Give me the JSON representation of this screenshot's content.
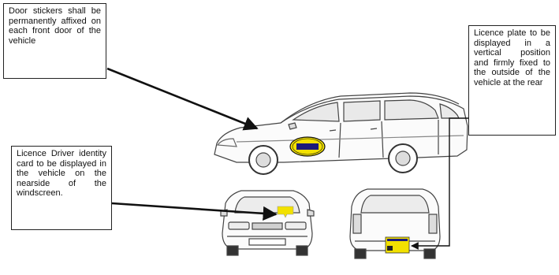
{
  "callouts": {
    "door_stickers": "Door stickers shall be permanently affixed on each front door of the vehicle",
    "licence_plate": "Licence plate to be displayed in a vertical position and firmly fixed to the outside of the vehicle at the rear",
    "id_card": "Licence Driver identity card to be displayed in the vehicle on the nearside of the windscreen."
  },
  "colors": {
    "sticker": "#f2e100",
    "sticker_band": "#1b1b7a",
    "plate": "#f2e100",
    "line": "#111111"
  }
}
